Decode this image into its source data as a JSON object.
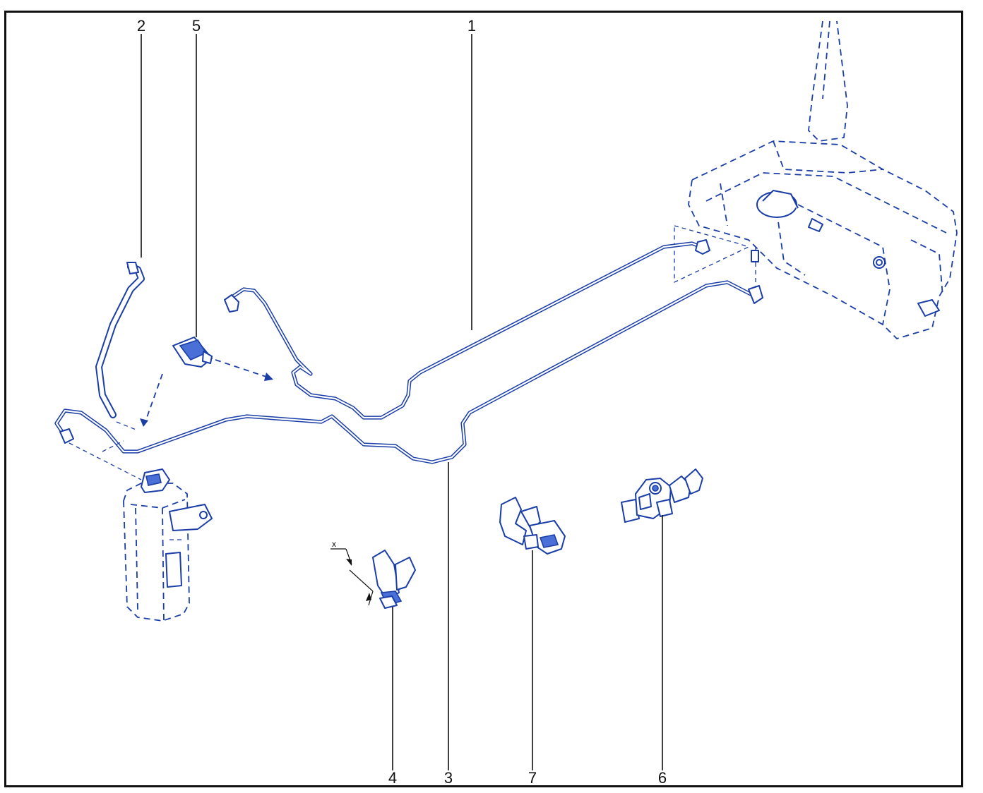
{
  "callouts": {
    "c1": "1",
    "c2": "2",
    "c3": "3",
    "c4": "4",
    "c5": "5",
    "c6": "6",
    "c7": "7"
  },
  "dimension_label": "x",
  "colors": {
    "line_art": "#1a3da8",
    "frame": "#111111",
    "background": "#ffffff"
  }
}
